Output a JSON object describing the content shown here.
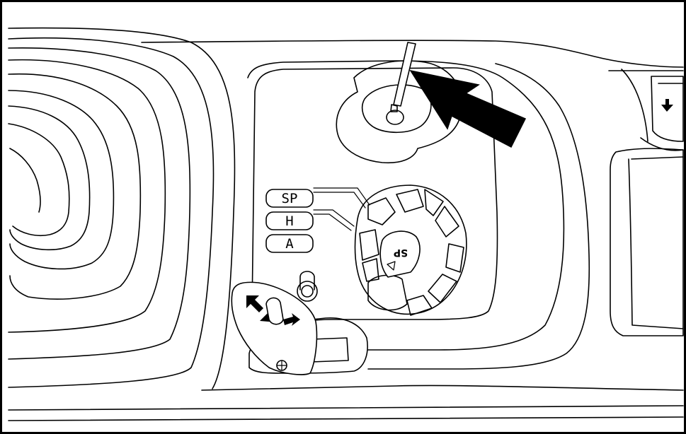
{
  "mode_labels": {
    "sp": "SP",
    "h": "H",
    "a": "A"
  },
  "dial_label": "SP",
  "indicator": "black-arrow-pointing-at-lever",
  "icons": [
    "lever",
    "arrow",
    "rotary-dial",
    "engine-oil-lock-symbol",
    "toggle-switch",
    "fuel-knob",
    "down-arrow"
  ],
  "colors": {
    "line": "#000000",
    "background": "#ffffff"
  }
}
